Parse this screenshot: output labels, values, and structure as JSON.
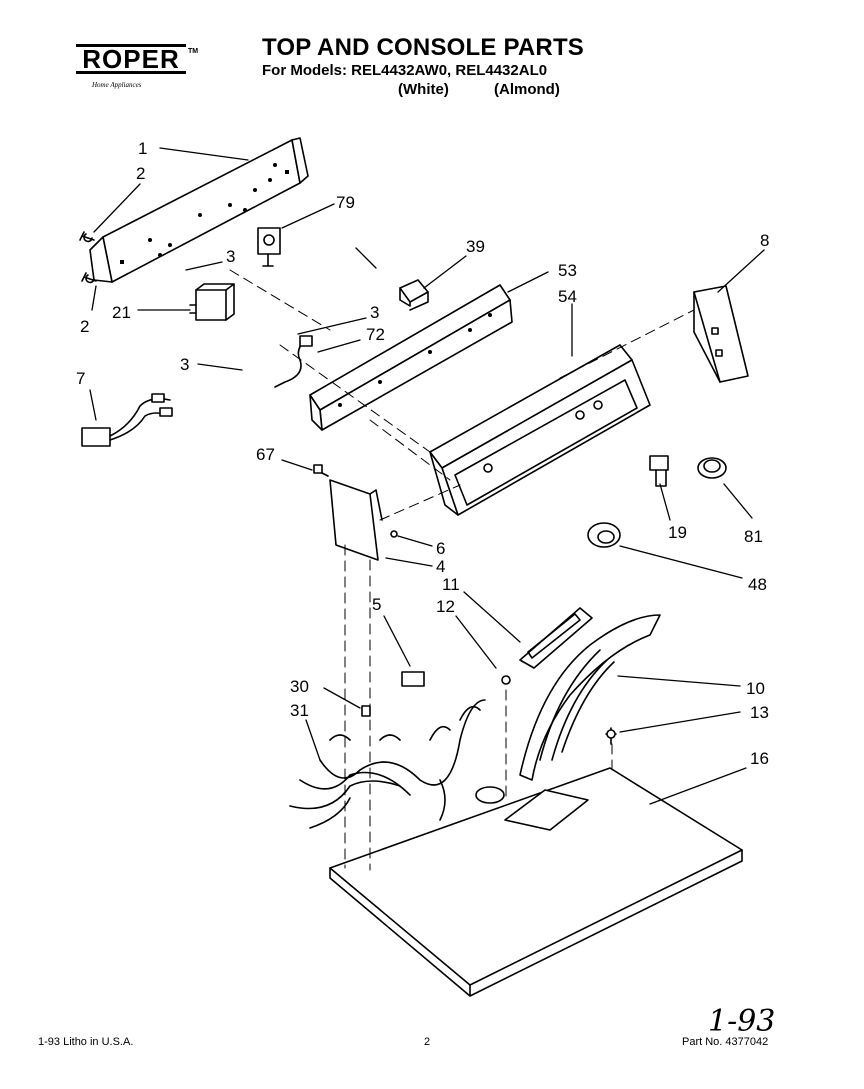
{
  "header": {
    "brand": "ROPER",
    "brand_tagline": "Home Appliances",
    "title": "TOP AND CONSOLE PARTS",
    "models": "For Models: REL4432AW0, REL4432AL0",
    "variant_white": "(White)",
    "variant_almond": "(Almond)"
  },
  "callouts": [
    "1",
    "2",
    "79",
    "3",
    "39",
    "8",
    "53",
    "54",
    "2",
    "21",
    "3",
    "72",
    "3",
    "7",
    "67",
    "19",
    "81",
    "6",
    "4",
    "48",
    "11",
    "12",
    "5",
    "10",
    "30",
    "13",
    "31",
    "16"
  ],
  "footer": {
    "print_info": "1-93  Litho in U.S.A.",
    "page_number": "2",
    "part_number": "Part No. 4377042",
    "handwritten_note": "1-93"
  }
}
